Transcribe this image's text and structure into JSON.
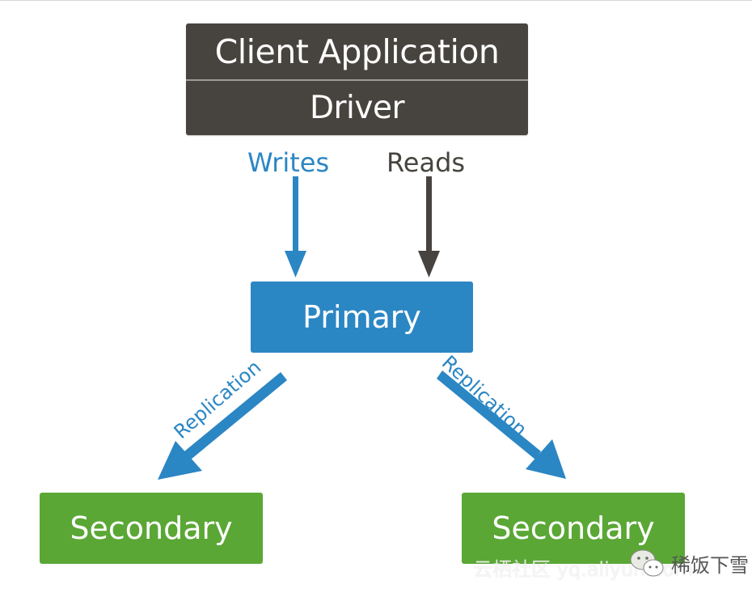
{
  "diagram": {
    "title": "MongoDB Replica Set Read/Write Architecture",
    "client": {
      "application_label": "Client Application",
      "driver_label": "Driver",
      "color": "#47443f"
    },
    "flows": {
      "writes_label": "Writes",
      "writes_color": "#2b86c4",
      "reads_label": "Reads",
      "reads_color": "#47443f"
    },
    "primary": {
      "label": "Primary",
      "color": "#2b86c4"
    },
    "replication": {
      "left_label": "Replication",
      "right_label": "Replication",
      "color": "#2b86c4"
    },
    "secondaries": [
      {
        "label": "Secondary",
        "color": "#5aa735"
      },
      {
        "label": "Secondary",
        "color": "#5aa735"
      }
    ]
  },
  "watermark": {
    "site": "云栖社区 yq.aliyun.com",
    "wechat_icon": "wechat-icon",
    "author": "稀饭下雪"
  }
}
